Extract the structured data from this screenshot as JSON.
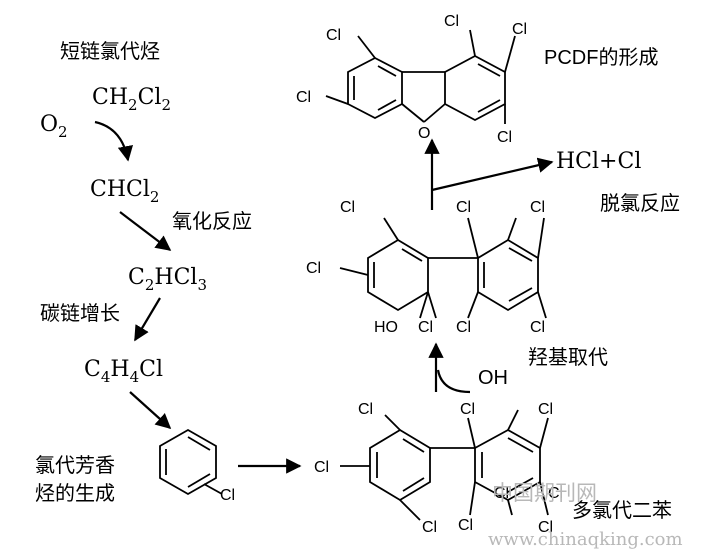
{
  "left_chain": {
    "label_short_chain": "短链氯代烃",
    "reagent_o2": "O2",
    "steps": [
      {
        "main": "CH",
        "sub1": "2",
        "main2": "Cl",
        "sub2": "2"
      },
      {
        "main": "CHCl",
        "sub1": "2"
      },
      {
        "main": "C",
        "sub1": "2",
        "main2": "HCl",
        "sub2": "3"
      },
      {
        "main": "C",
        "sub1": "4",
        "main2": "H",
        "sub2": "4",
        "main3": "Cl"
      }
    ],
    "label_oxidation": "氧化反应",
    "label_chain_growth": "碳链增长",
    "label_aromatic_1": "氯代芳香",
    "label_aromatic_2": "烃的生成"
  },
  "right_chain": {
    "label_pcdf": "PCDF的形成",
    "label_dechlorination": "脱氯反应",
    "label_hydroxyl": "羟基取代",
    "label_pcb": "多氯代二苯",
    "product_hcl": "HCl+Cl",
    "reagent_oh": "OH",
    "atom_cl": "Cl",
    "atom_o": "O",
    "atom_ho": "HO"
  },
  "watermark": {
    "cn": "中国期刊网",
    "url": "www.chinaqking.com"
  }
}
